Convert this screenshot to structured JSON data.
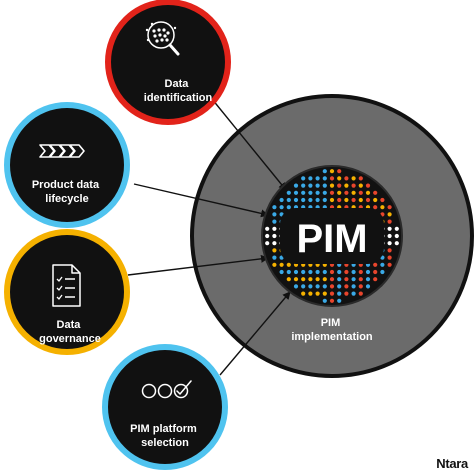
{
  "nodes": [
    {
      "id": "data-identification",
      "lines": [
        "Data",
        "identification"
      ],
      "ring_color": "#e2231a",
      "icon": "magnifier-dots-icon"
    },
    {
      "id": "product-data-lifecycle",
      "lines": [
        "Product data",
        "lifecycle"
      ],
      "ring_color": "#4fc3ef",
      "icon": "chevrons-icon"
    },
    {
      "id": "data-governance",
      "lines": [
        "Data",
        "governance"
      ],
      "ring_color": "#f5b100",
      "icon": "checklist-document-icon"
    },
    {
      "id": "pim-platform-selection",
      "lines": [
        "PIM platform",
        "selection"
      ],
      "ring_color": "#4fc3ef",
      "icon": "check-circles-icon"
    }
  ],
  "center": {
    "badge_text": "PIM",
    "label_lines": [
      "PIM",
      "implementation"
    ],
    "dot_colors": [
      "#3aa9e6",
      "#e8452c",
      "#f5b100",
      "#ffffff"
    ]
  },
  "brand": "Ntara"
}
